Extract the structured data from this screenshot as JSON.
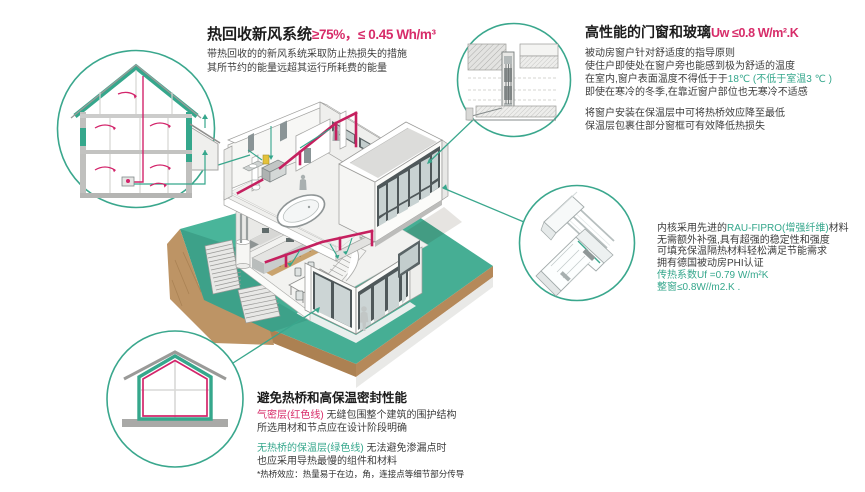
{
  "colors": {
    "accent_green": "#35a78c",
    "accent_pink": "#d72c69",
    "platform_teal": "#46ae94",
    "earth_brown": "#b68a55",
    "duct_pink": "#c5205f",
    "title_black": "#1c1c1c"
  },
  "blocks": {
    "heat_recovery": {
      "title": "热回收新风系统",
      "title_accent": "≥75%，≤ 0.45 Wh/m³",
      "line1": "带热回收的的新风系统采取防止热损失的措施",
      "line2": "其所节约的能量远超其运行所耗费的能量"
    },
    "windows": {
      "title": "高性能的门窗和玻璃",
      "title_accent": "Uw ≤0.8 W/m².K",
      "line1": "被动房窗户针对舒适度的指导原则",
      "line2": "使住户即使处在窗户旁也能感到极为舒适的温度",
      "line3_black": "在室内,窗户表面温度不得低于于",
      "line3_green": "18℃ (不低于室温3 ℃ )",
      "line4": "即使在寒冷的冬季,在靠近窗户部位也无寒冷不适感",
      "line5": "将窗户安装在保温层中可将热桥效应降至最低",
      "line6": "保温层包裹住部分窗框可有效降低热损失"
    },
    "profile": {
      "line1_a": "内核采用先进的",
      "line1_green": "RAU-FIPRO(增强纤维)",
      "line1_b": "材料",
      "line2": "无需额外补强,具有超强的稳定性和强度",
      "line3": "可填充保温隔热材料轻松满足节能需求",
      "line4": "拥有德国被动房PHI认证",
      "line5_green": "传热系数Uf =0.79 W/m²K",
      "line6_green": "整窗≤0.8W//m2.K ."
    },
    "thermal_bridge": {
      "title": "避免热桥和高保温密封性能",
      "line1_pink": "气密层(红色线)",
      "line1_black": " 无缝包围整个建筑的围护结构",
      "line2": "所选用材和节点应在设计阶段明确",
      "line3_green": "无热桥的保温层(绿色线)",
      "line3_black": " 无法避免渗漏点时",
      "line4": "也应采用导热最慢的组件和材料",
      "footnote": "*热桥效应：热量易于在边，角，连接点等细节部分传导"
    }
  }
}
